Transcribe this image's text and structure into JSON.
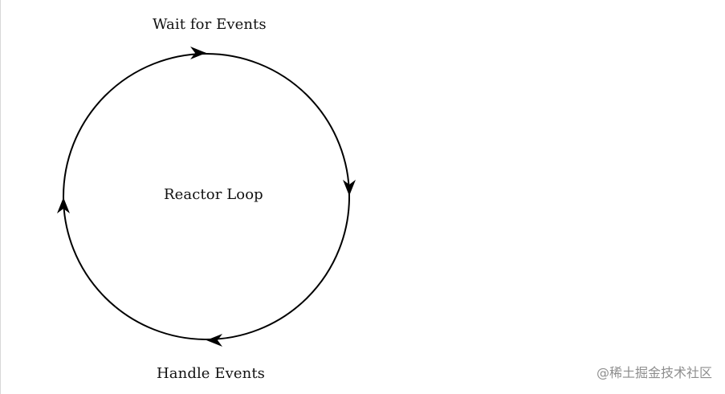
{
  "diagram": {
    "top_label": "Wait for Events",
    "center_label": "Reactor Loop",
    "bottom_label": "Handle Events",
    "stroke_color": "#000000",
    "direction": "clockwise"
  },
  "watermark": {
    "text": "@稀土掘金技术社区"
  }
}
